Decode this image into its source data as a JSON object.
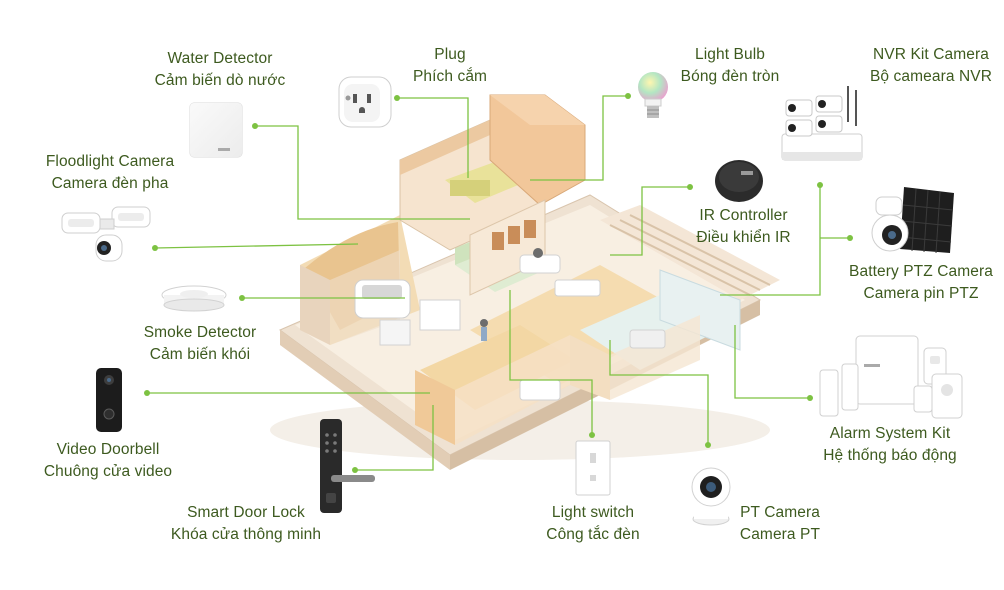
{
  "accent_color": "#7dc242",
  "label_color": "#3d5a1f",
  "devices": {
    "water_detector": {
      "name": "Water Detector",
      "name_vi": "Cảm biến dò nước",
      "icon": "water-detector-icon"
    },
    "plug": {
      "name": "Plug",
      "name_vi": "Phích cắm",
      "icon": "smart-plug-icon"
    },
    "light_bulb": {
      "name": "Light Bulb",
      "name_vi": "Bóng đèn tròn",
      "icon": "light-bulb-icon"
    },
    "nvr_kit": {
      "name": "NVR Kit Camera",
      "name_vi": "Bộ cameara NVR",
      "icon": "nvr-camera-kit-icon"
    },
    "floodlight": {
      "name": "Floodlight Camera",
      "name_vi": "Camera đèn pha",
      "icon": "floodlight-camera-icon"
    },
    "ir_controller": {
      "name": "IR Controller",
      "name_vi": "Điều khiển IR",
      "icon": "ir-controller-icon"
    },
    "battery_ptz": {
      "name": "Battery PTZ Camera",
      "name_vi": "Camera pin PTZ",
      "icon": "battery-ptz-camera-icon"
    },
    "smoke_detector": {
      "name": "Smoke Detector",
      "name_vi": "Cảm biến khói",
      "icon": "smoke-detector-icon"
    },
    "alarm_kit": {
      "name": "Alarm System Kit",
      "name_vi": "Hệ thống báo động",
      "icon": "alarm-kit-icon"
    },
    "video_doorbell": {
      "name": "Video Doorbell",
      "name_vi": "Chuông cửa video",
      "icon": "video-doorbell-icon"
    },
    "door_lock": {
      "name": "Smart Door Lock",
      "name_vi": "Khóa cửa thông minh",
      "icon": "smart-door-lock-icon"
    },
    "light_switch": {
      "name": "Light switch",
      "name_vi": "Công tắc đèn",
      "icon": "light-switch-icon"
    },
    "pt_camera": {
      "name": "PT Camera",
      "name_vi": "Camera PT",
      "icon": "pt-camera-icon"
    }
  }
}
